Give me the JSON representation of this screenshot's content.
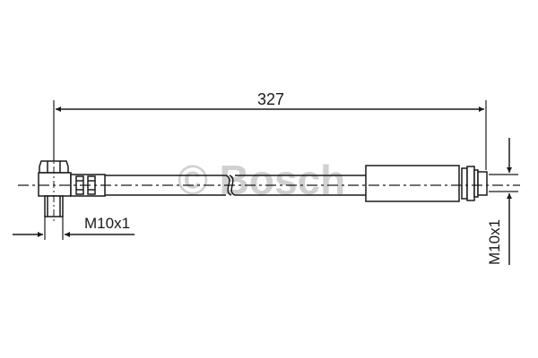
{
  "drawing": {
    "type": "brake-hose technical drawing",
    "watermark": "© Bosch",
    "dimensions": {
      "overall_length": "327",
      "left_thread": "M10x1",
      "right_thread": "M10x1"
    },
    "colors": {
      "line": "#1a1a1a",
      "watermark": "#d0d0d0",
      "background": "#ffffff"
    }
  }
}
